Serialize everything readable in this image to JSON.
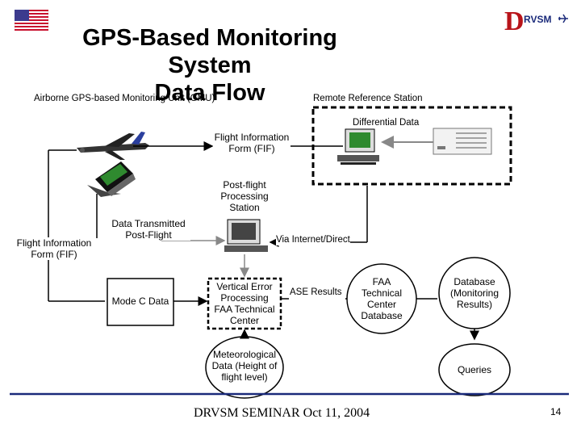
{
  "header": {
    "title_line1": "GPS-Based Monitoring System",
    "title_line2": "Data Flow",
    "logo_letter": "D",
    "logo_text": "RVSM"
  },
  "labels": {
    "gmu": "Airborne GPS-based Monitoring Unit (GMU)",
    "reference_station": "Remote Reference Station",
    "differential_data": "Differential Data",
    "fif_top_line1": "Flight Information",
    "fif_top_line2": "Form (FIF)",
    "postflight_line1": "Post-flight",
    "postflight_line2": "Processing",
    "postflight_line3": "Station",
    "transmitted_line1": "Data Transmitted",
    "transmitted_line2": "Post-Flight",
    "fif_left_line1": "Flight Information",
    "fif_left_line2": "Form (FIF)",
    "via_internet": "Via Internet/Direct",
    "mode_c": "Mode C Data",
    "vertical_line1": "Vertical Error",
    "vertical_line2": "Processing",
    "vertical_line3": "FAA Technical",
    "vertical_line4": "Center",
    "ase_results": "ASE Results",
    "faa_db_line1": "FAA",
    "faa_db_line2": "Technical",
    "faa_db_line3": "Center",
    "faa_db_line4": "Database",
    "db_line1": "Database",
    "db_line2": "(Monitoring",
    "db_line3": "Results)",
    "met_line1": "Meteorological",
    "met_line2": "Data (Height of",
    "met_line3": "flight level)",
    "queries": "Queries"
  },
  "footer": {
    "seminar": "DRVSM SEMINAR  Oct 11, 2004",
    "page_number": "14"
  }
}
